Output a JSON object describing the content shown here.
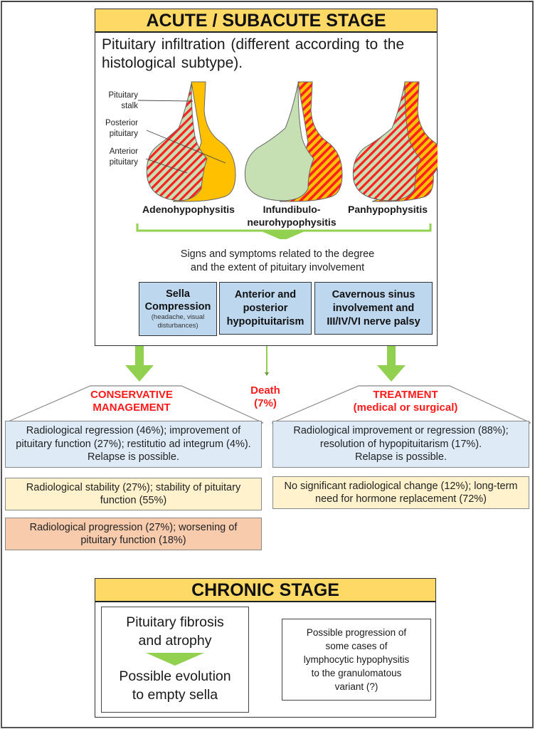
{
  "acute_stage": {
    "title": "ACUTE / SUBACUTE STAGE",
    "intro": "Pituitary infiltration (different according to the histological subtype).",
    "anatomy_labels": {
      "stalk": [
        "Pituitary",
        "stalk"
      ],
      "posterior": [
        "Posterior",
        "pituitary"
      ],
      "anterior": [
        "Anterior",
        "pituitary"
      ]
    },
    "subtypes": [
      {
        "name": "Adenohypophysitis"
      },
      {
        "name_line1": "Infundibulo-",
        "name_line2": "neurohypophysitis"
      },
      {
        "name": "Panhypophysitis"
      }
    ],
    "signs_text_line1": "Signs and symptoms related to the degree",
    "signs_text_line2": "and the extent of pituitary involvement",
    "sign_boxes": [
      {
        "line1": "Sella",
        "line2": "Compression",
        "note1": "(headache, visual",
        "note2": "disturbances)"
      },
      {
        "line1": "Anterior and",
        "line2": "posterior",
        "line3": "hypopituitarism"
      },
      {
        "line1": "Cavernous sinus",
        "line2": "involvement and",
        "line3": "III/IV/VI  nerve palsy"
      }
    ]
  },
  "outcomes": {
    "conservative": {
      "title_line1": "CONSERVATIVE",
      "title_line2": "MANAGEMENT",
      "results": [
        {
          "line1": "Radiological regression (46%); improvement of",
          "line2": "pituitary function (27%); restitutio ad integrum (4%).",
          "line3": "Relapse is possible."
        },
        {
          "line1": "Radiological stability (27%); stability of pituitary",
          "line2": "function (55%)"
        },
        {
          "line1": "Radiological progression (27%); worsening of",
          "line2": "pituitary function (18%)"
        }
      ]
    },
    "death": {
      "line1": "Death",
      "line2": "(7%)"
    },
    "treatment": {
      "title_line1": "TREATMENT",
      "title_line2": "(medical or surgical)",
      "results": [
        {
          "line1": "Radiological improvement or regression (88%);",
          "line2": "resolution of hypopituitarism (17%).",
          "line3": "Relapse is possible."
        },
        {
          "line1": "No significant radiological change (12%); long-term",
          "line2": "need for hormone replacement (72%)"
        }
      ]
    }
  },
  "chronic_stage": {
    "title": "CHRONIC STAGE",
    "left_box": {
      "line1": "Pituitary fibrosis",
      "line2": "and atrophy",
      "line3": "Possible evolution",
      "line4": "to empty sella"
    },
    "right_box": {
      "line1": "Possible progression of",
      "line2": "some cases of",
      "line3": "lymphocytic hypophysitis",
      "line4": "to the granulomatous",
      "line5": "variant (?)"
    }
  },
  "colors": {
    "stage_header": "#ffd966",
    "arrow_green": "#92d050",
    "outcome_title_red": "#ff1a1a",
    "sign_box_blue": "#bdd7ee",
    "result_blue": "#deebf7",
    "result_yellow": "#fff2cc",
    "result_orange": "#f8cbad",
    "anterior_green": "#c6e0b4",
    "posterior_orange": "#ffc000",
    "infiltration_red": "#ff2020"
  }
}
